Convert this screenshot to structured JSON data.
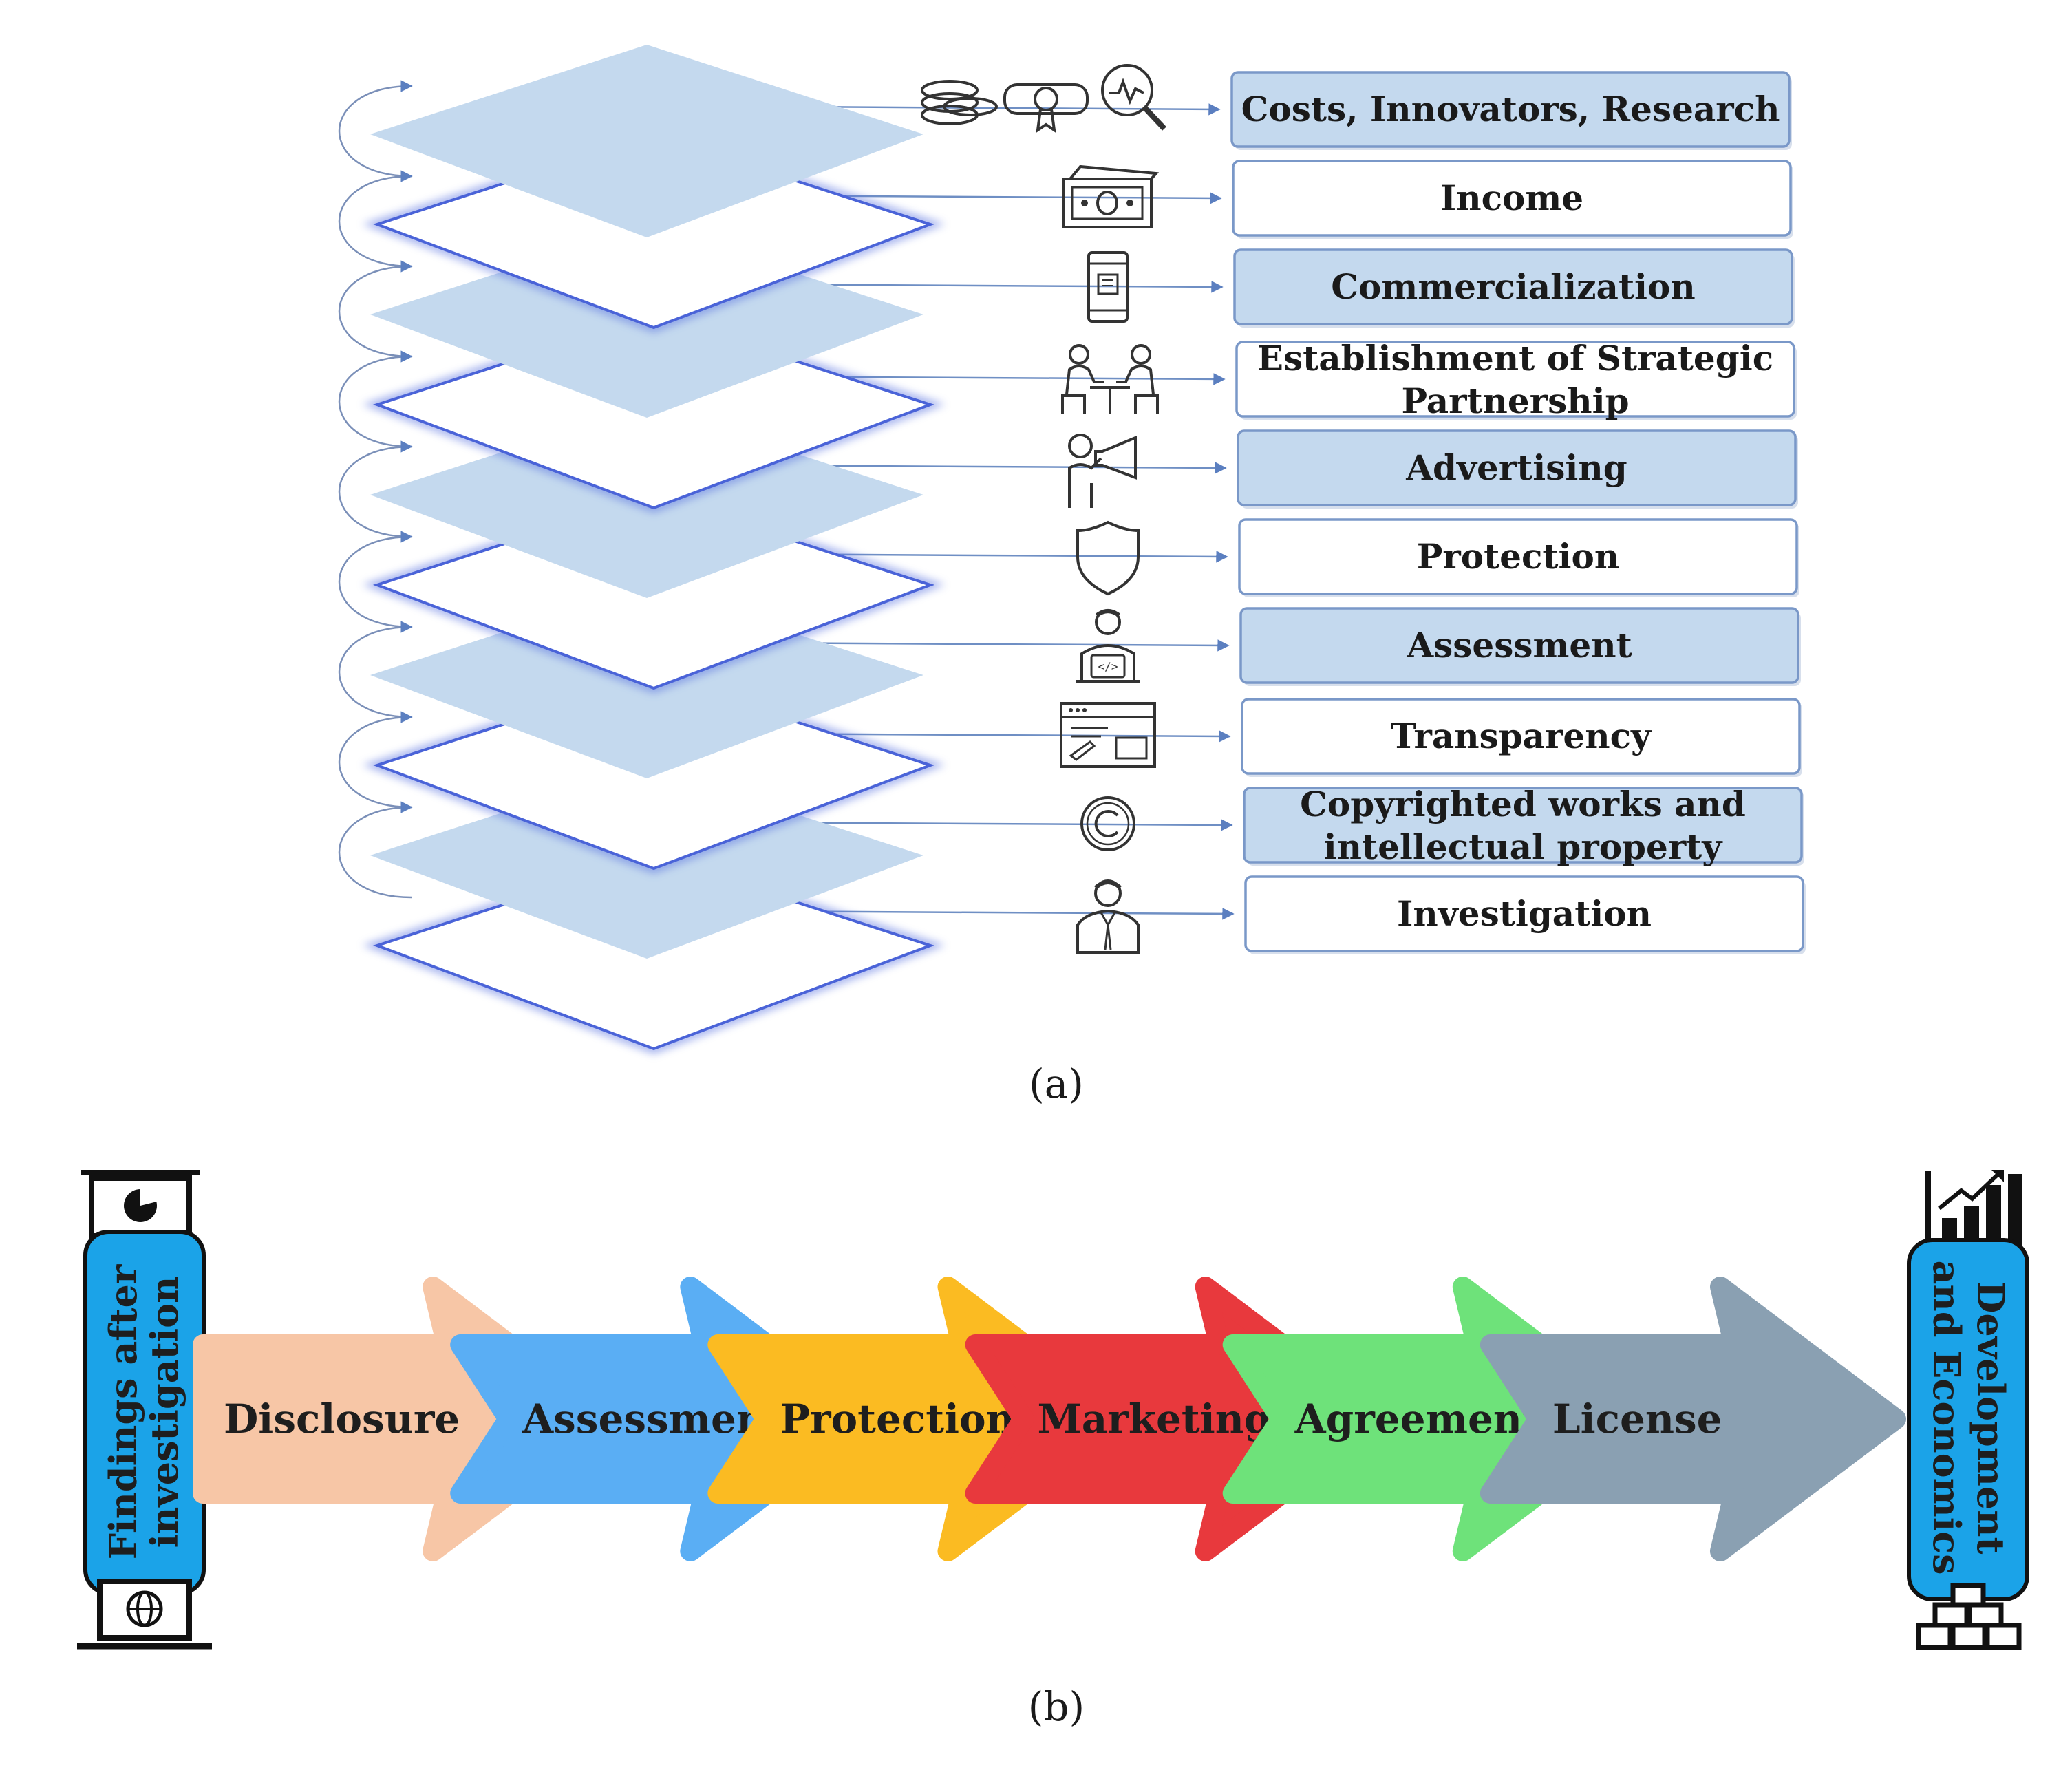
{
  "panel_a": {
    "caption": "(a)",
    "layers": [
      {
        "label": "Costs, Innovators, Research",
        "lines": [
          "Costs, Innovators, Research"
        ],
        "filled": true,
        "icon": "coins-certificate-analytics-icon"
      },
      {
        "label": "Income",
        "lines": [
          "Income"
        ],
        "filled": false,
        "icon": "banknote-icon"
      },
      {
        "label": "Commercialization",
        "lines": [
          "Commercialization"
        ],
        "filled": true,
        "icon": "mobile-phone-icon"
      },
      {
        "label": "Establishment of Strategic Partnership",
        "lines": [
          "Establishment of Strategic",
          "Partnership"
        ],
        "filled": false,
        "icon": "meeting-people-icon"
      },
      {
        "label": "Advertising",
        "lines": [
          "Advertising"
        ],
        "filled": true,
        "icon": "megaphone-person-icon"
      },
      {
        "label": "Protection",
        "lines": [
          "Protection"
        ],
        "filled": false,
        "icon": "shield-icon"
      },
      {
        "label": "Assessment",
        "lines": [
          "Assessment"
        ],
        "filled": true,
        "icon": "developer-person-icon"
      },
      {
        "label": "Transparency",
        "lines": [
          "Transparency"
        ],
        "filled": false,
        "icon": "browser-window-icon"
      },
      {
        "label": "Copyrighted works and intellectual property",
        "lines": [
          "Copyrighted works and",
          "intellectual property"
        ],
        "filled": true,
        "icon": "copyright-icon"
      },
      {
        "label": "Investigation",
        "lines": [
          "Investigation"
        ],
        "filled": false,
        "icon": "businessman-icon"
      }
    ],
    "colors": {
      "layer_fill": "#c4d9ee",
      "box_fill": "#c4d9ee",
      "box_border": "#7a98c8",
      "line": "#6f8fc4",
      "glow": "#5c74e0"
    }
  },
  "panel_b": {
    "caption": "(b)",
    "start_label": "Findings after investigation",
    "start_lines": [
      "Findings after",
      "investigation"
    ],
    "end_label": "Development and Economics",
    "end_lines": [
      "Development",
      "and Economics"
    ],
    "stages": [
      {
        "label": "Disclosure",
        "color": "#f7c6a6"
      },
      {
        "label": "Assessment",
        "color": "#5aaef4"
      },
      {
        "label": "Protection",
        "color": "#fbbb22"
      },
      {
        "label": "Marketing",
        "color": "#e8393d"
      },
      {
        "label": "Agreement",
        "color": "#6ee27a"
      },
      {
        "label": "License",
        "color": "#8aa0b2"
      }
    ],
    "colors": {
      "pill": "#1ba3e8"
    }
  }
}
